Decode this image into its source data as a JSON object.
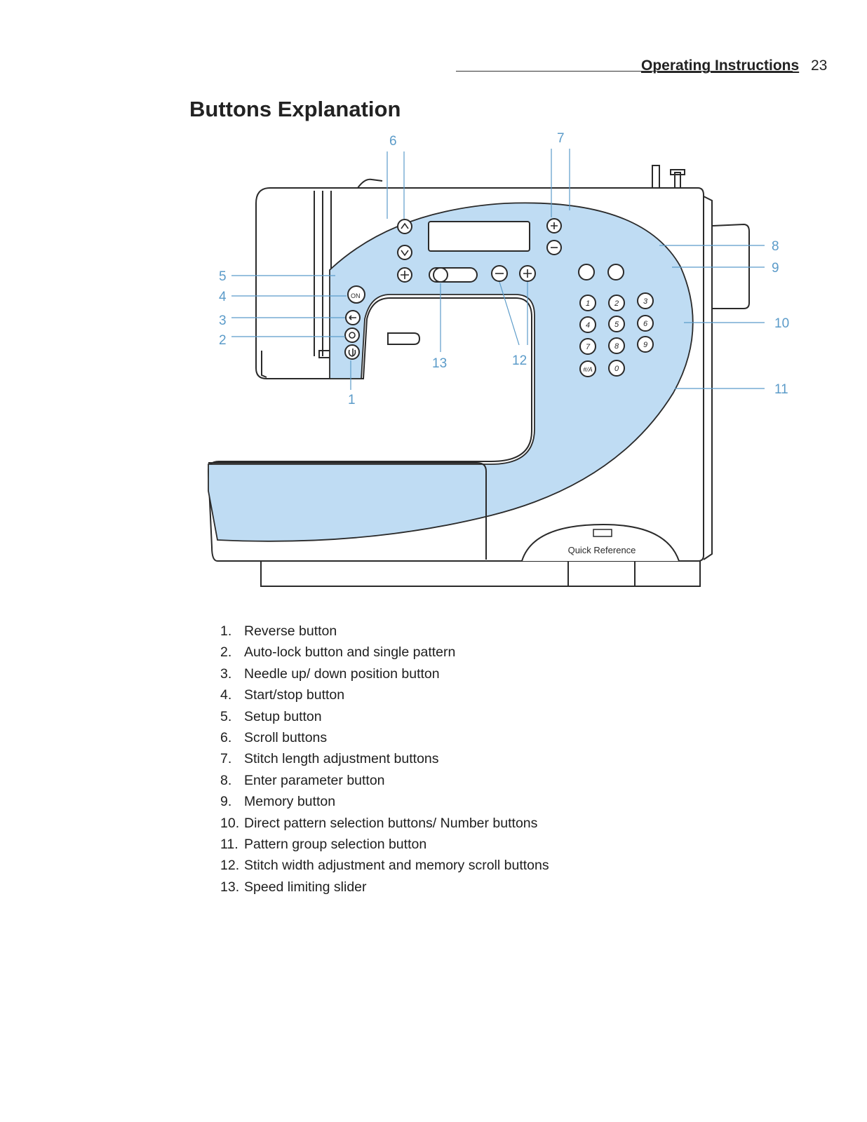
{
  "header": {
    "title": "Operating Instructions",
    "page_number": "23"
  },
  "section_heading": "Buttons Explanation",
  "diagram": {
    "badge_label": "Quick Reference",
    "callouts": [
      "1",
      "2",
      "3",
      "4",
      "5",
      "6",
      "7",
      "8",
      "9",
      "10",
      "11",
      "12",
      "13"
    ],
    "keypad": [
      "1",
      "2",
      "3",
      "4",
      "5",
      "6",
      "7",
      "8",
      "9",
      "#/A",
      "0"
    ],
    "colors": {
      "panel": "#bfdcf3",
      "callout": "#5b9bc9",
      "outline": "#2a2a2a"
    },
    "icons": [
      "up-arrow-icon",
      "down-arrow-icon",
      "speed-slider-icon",
      "plus-icon",
      "minus-icon",
      "reverse-icon",
      "needle-icon",
      "lock-icon",
      "start-stop-icon"
    ]
  },
  "legend": [
    {
      "num": "1.",
      "text": "Reverse button"
    },
    {
      "num": "2.",
      "text": "Auto-lock button and single pattern"
    },
    {
      "num": "3.",
      "text": "Needle up/ down position button"
    },
    {
      "num": "4.",
      "text": "Start/stop button"
    },
    {
      "num": "5.",
      "text": "Setup button"
    },
    {
      "num": "6.",
      "text": "Scroll buttons"
    },
    {
      "num": "7.",
      "text": "Stitch length adjustment buttons"
    },
    {
      "num": "8.",
      "text": "Enter parameter button"
    },
    {
      "num": "9.",
      "text": "Memory button"
    },
    {
      "num": "10.",
      "text": "Direct pattern selection buttons/ Number buttons"
    },
    {
      "num": "11.",
      "text": "Pattern group selection button"
    },
    {
      "num": "12.",
      "text": "Stitch width adjustment and memory scroll buttons"
    },
    {
      "num": "13.",
      "text": "Speed limiting slider"
    }
  ]
}
